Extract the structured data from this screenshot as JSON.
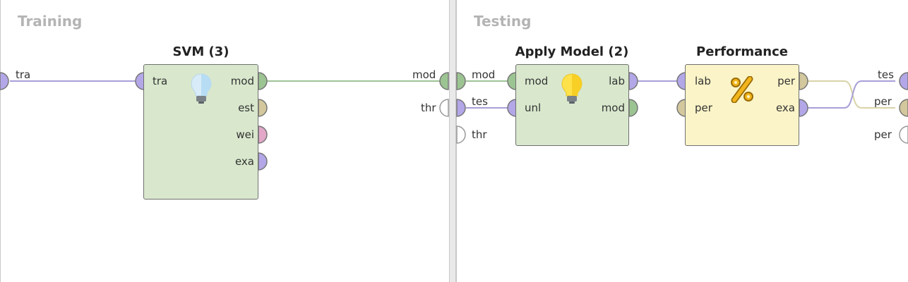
{
  "panels": {
    "training": {
      "title": "Training"
    },
    "testing": {
      "title": "Testing"
    }
  },
  "colors": {
    "canvas_bg": "#ffffff",
    "divider": "#e9e9e9",
    "operator_green": "#d9e8cd",
    "operator_yellow": "#fbf4c8",
    "port_purple": "#b3a7e8",
    "port_green": "#9cc492",
    "port_tan": "#d3c79d",
    "port_pink": "#e2a8c8",
    "port_white": "#ffffff",
    "wire_purple": "#a79fd8",
    "wire_green": "#9fc395",
    "wire_tan": "#d9d3a8"
  },
  "training": {
    "input_ports": [
      {
        "label": "tra"
      }
    ],
    "output_ports": [
      {
        "label": "mod"
      },
      {
        "label": "thr"
      }
    ],
    "operators": {
      "svm": {
        "title": "SVM (3)",
        "icon": "lightbulb-icon",
        "inputs": [
          {
            "label": "tra"
          }
        ],
        "outputs": [
          {
            "label": "mod"
          },
          {
            "label": "est"
          },
          {
            "label": "wei"
          },
          {
            "label": "exa"
          }
        ]
      }
    }
  },
  "testing": {
    "input_ports": [
      {
        "label": "mod"
      },
      {
        "label": "tes"
      },
      {
        "label": "thr"
      }
    ],
    "output_ports": [
      {
        "label": "tes"
      },
      {
        "label": "per"
      },
      {
        "label": "per"
      }
    ],
    "operators": {
      "apply_model": {
        "title": "Apply Model (2)",
        "icon": "lightbulb-on-icon",
        "inputs": [
          {
            "label": "mod"
          },
          {
            "label": "unl"
          }
        ],
        "outputs": [
          {
            "label": "lab"
          },
          {
            "label": "mod"
          }
        ]
      },
      "performance": {
        "title": "Performance",
        "icon": "percent-icon",
        "inputs": [
          {
            "label": "lab"
          },
          {
            "label": "per"
          }
        ],
        "outputs": [
          {
            "label": "per"
          },
          {
            "label": "exa"
          }
        ]
      }
    }
  }
}
